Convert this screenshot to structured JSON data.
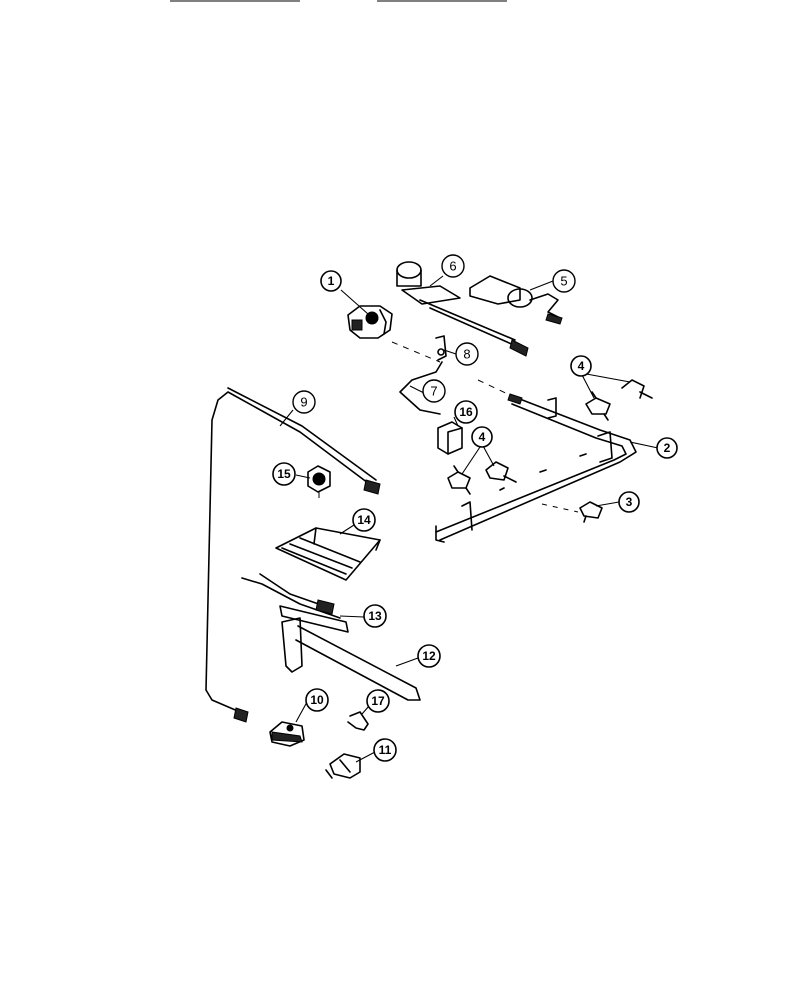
{
  "diagram": {
    "callouts": [
      {
        "id": "1",
        "label": "1"
      },
      {
        "id": "2",
        "label": "2"
      },
      {
        "id": "3",
        "label": "3"
      },
      {
        "id": "4a",
        "label": "4"
      },
      {
        "id": "4b",
        "label": "4"
      },
      {
        "id": "5",
        "label": "5"
      },
      {
        "id": "6",
        "label": "6"
      },
      {
        "id": "7",
        "label": "7"
      },
      {
        "id": "8",
        "label": "8"
      },
      {
        "id": "9",
        "label": "9"
      },
      {
        "id": "10",
        "label": "10"
      },
      {
        "id": "11",
        "label": "11"
      },
      {
        "id": "12",
        "label": "12"
      },
      {
        "id": "13",
        "label": "13"
      },
      {
        "id": "14",
        "label": "14"
      },
      {
        "id": "15",
        "label": "15"
      },
      {
        "id": "16",
        "label": "16"
      },
      {
        "id": "17",
        "label": "17"
      }
    ]
  }
}
